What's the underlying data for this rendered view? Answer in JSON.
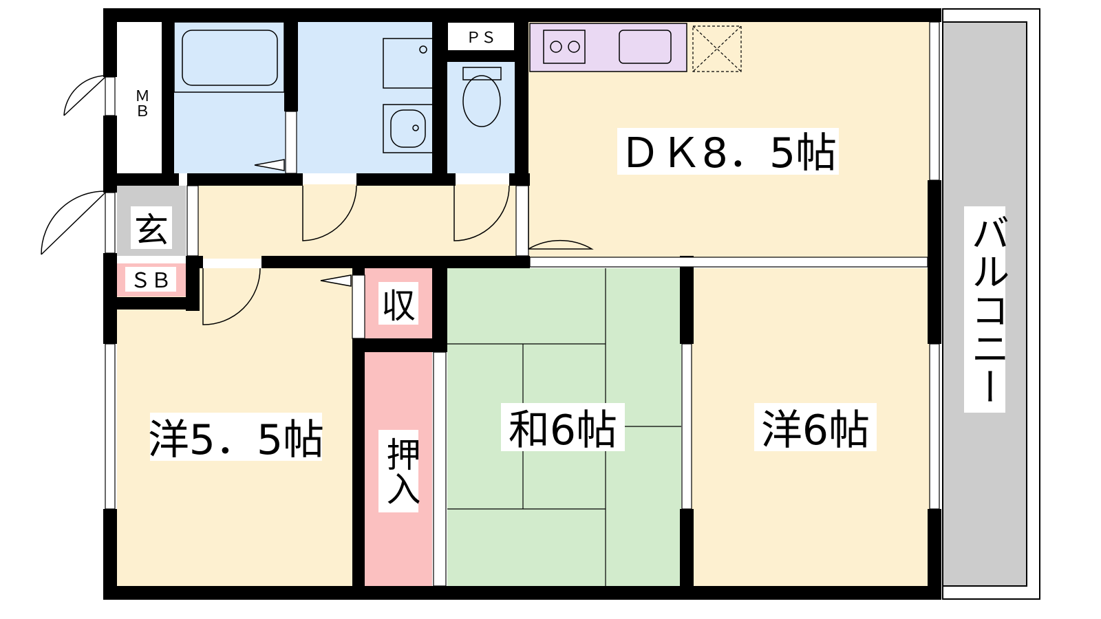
{
  "rooms": {
    "dk": "ＤＫ8．5帖",
    "yo55": "洋5．5帖",
    "wa6": "和6帖",
    "yo6": "洋6帖",
    "balcony": "バルコニー",
    "genkan": "玄",
    "sb": "ＳＢ",
    "shu": "収",
    "oshiire": "押入",
    "ps": "ＰＳ",
    "mb": "ＭＢ"
  },
  "colors": {
    "wall": "#000000",
    "floor_wood": "#fdf0d0",
    "tatami": "#d2ebcc",
    "wet_area": "#d6e9fb",
    "storage": "#fbc0c0",
    "kitchen": "#ead9f3",
    "genkan": "#cccccc",
    "balcony": "#cccccc"
  }
}
